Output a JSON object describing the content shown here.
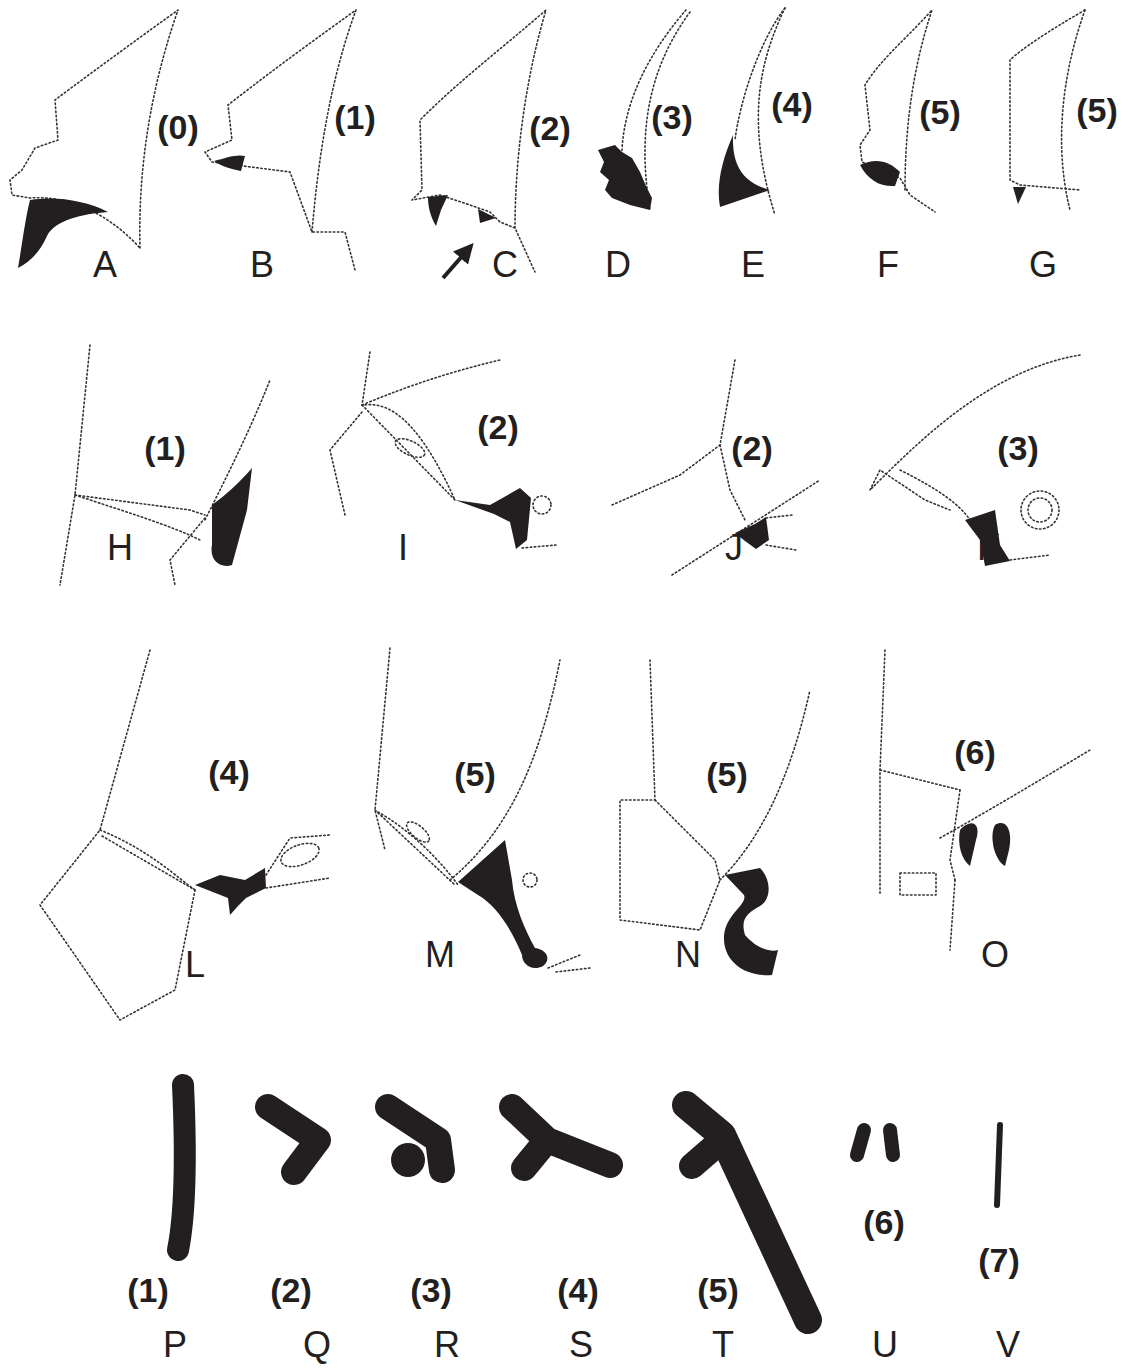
{
  "diagram": {
    "labels": [
      "(0)",
      "A",
      "(1)",
      "B",
      "(2)",
      "C",
      "(3)",
      "D",
      "(4)",
      "E",
      "(5)",
      "F",
      "(5)",
      "G",
      "(1)",
      "H",
      "(2)",
      "I",
      "(2)",
      "J",
      "(3)",
      "K",
      "(4)",
      "L",
      "(5)",
      "M",
      "(5)",
      "N",
      "(6)",
      "O",
      "(1)",
      "(2)",
      "(3)",
      "(4)",
      "(5)",
      "(6)",
      "(7)",
      "P",
      "Q",
      "R",
      "S",
      "T",
      "U",
      "V"
    ]
  }
}
